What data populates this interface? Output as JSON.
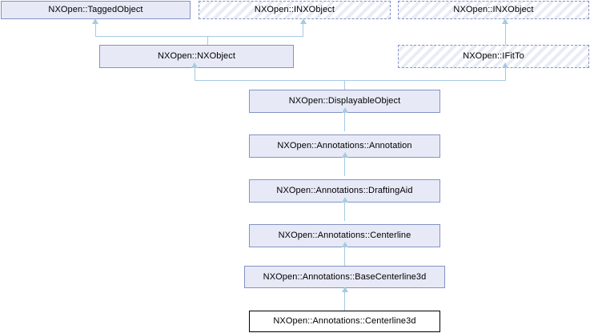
{
  "diagram": {
    "title": "NXOpen::Annotations::Centerline3d inheritance diagram",
    "type": "uml-inheritance",
    "colors": {
      "concrete_fill": "#e7eaf6",
      "concrete_border": "#8492c4",
      "abstract_border": "#8492c4",
      "abstract_hatch": "#e8ecf7",
      "focus_fill": "#ffffff",
      "focus_border": "#000000",
      "edge": "#a5cbe3"
    },
    "nodes": [
      {
        "id": "taggedobject",
        "label": "NXOpen::TaggedObject",
        "kind": "concrete"
      },
      {
        "id": "inxobject-left",
        "label": "NXOpen::INXObject",
        "kind": "abstract"
      },
      {
        "id": "inxobject-right",
        "label": "NXOpen::INXObject",
        "kind": "abstract"
      },
      {
        "id": "nxobject",
        "label": "NXOpen::NXObject",
        "kind": "concrete"
      },
      {
        "id": "ifitto",
        "label": "NXOpen::IFitTo",
        "kind": "abstract"
      },
      {
        "id": "displayableobject",
        "label": "NXOpen::DisplayableObject",
        "kind": "concrete"
      },
      {
        "id": "annotation",
        "label": "NXOpen::Annotations::Annotation",
        "kind": "concrete"
      },
      {
        "id": "draftingaid",
        "label": "NXOpen::Annotations::DraftingAid",
        "kind": "concrete"
      },
      {
        "id": "centerline",
        "label": "NXOpen::Annotations::Centerline",
        "kind": "concrete"
      },
      {
        "id": "basecenterline3d",
        "label": "NXOpen::Annotations::BaseCenterline3d",
        "kind": "concrete"
      },
      {
        "id": "centerline3d",
        "label": "NXOpen::Annotations::Centerline3d",
        "kind": "focus"
      }
    ],
    "edges": [
      {
        "from": "nxobject",
        "to": "taggedobject"
      },
      {
        "from": "nxobject",
        "to": "inxobject-left"
      },
      {
        "from": "ifitto",
        "to": "inxobject-right"
      },
      {
        "from": "displayableobject",
        "to": "nxobject"
      },
      {
        "from": "displayableobject",
        "to": "ifitto"
      },
      {
        "from": "annotation",
        "to": "displayableobject"
      },
      {
        "from": "draftingaid",
        "to": "annotation"
      },
      {
        "from": "centerline",
        "to": "draftingaid"
      },
      {
        "from": "basecenterline3d",
        "to": "centerline"
      },
      {
        "from": "centerline3d",
        "to": "basecenterline3d"
      }
    ]
  }
}
